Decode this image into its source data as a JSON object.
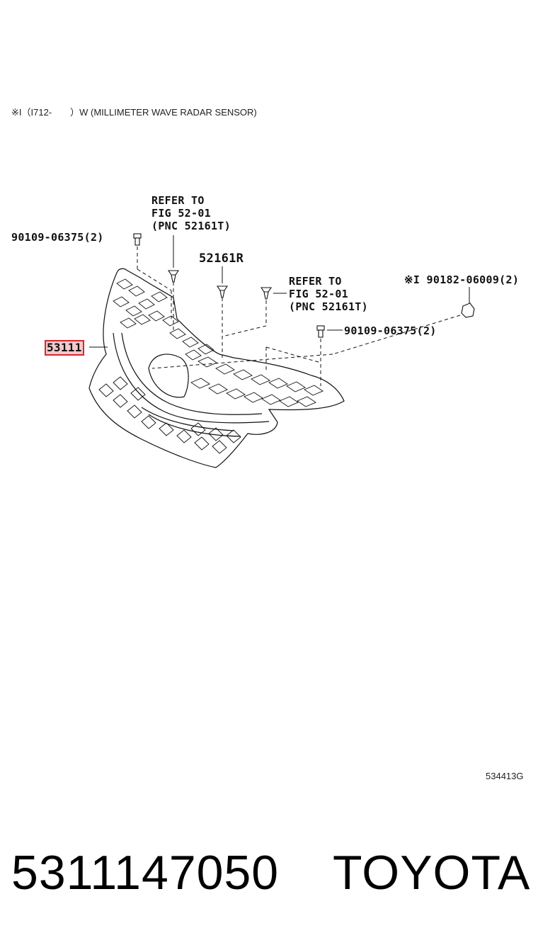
{
  "note_header": "※I（I712-　　）W (MILLIMETER WAVE RADAR SENSOR)",
  "labels": {
    "refer_left": [
      "REFER TO",
      "FIG 52-01",
      "(PNC 52161T)"
    ],
    "refer_right": [
      "REFER TO",
      "FIG 52-01",
      "(PNC 52161T)"
    ],
    "bolt_top_left": "90109-06375(2)",
    "bolt_mid_right": "90109-06375(2)",
    "clip_center": "52161R",
    "nut_right": "※I 90182-06009(2)",
    "main_part": "53111"
  },
  "figure_code": "534413G",
  "footer": {
    "part_number": "5311147050",
    "brand": "TOYOTA"
  },
  "colors": {
    "highlight_fill": "#f3c9cc",
    "highlight_border": "#d9262e",
    "line": "#111111"
  }
}
